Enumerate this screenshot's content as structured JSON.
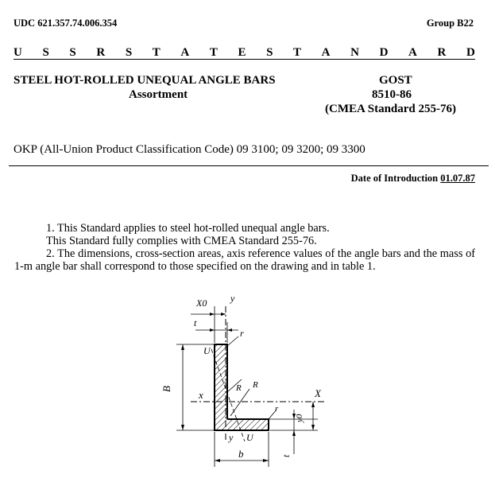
{
  "header": {
    "udc": "UDC 621.357.74.006.354",
    "group": "Group B22",
    "banner_letters": [
      "U",
      "S",
      "S",
      "R",
      "S",
      "T",
      "A",
      "T",
      "E",
      "S",
      "T",
      "A",
      "N",
      "D",
      "A",
      "R",
      "D"
    ]
  },
  "title": {
    "main": "STEEL HOT-ROLLED UNEQUAL ANGLE BARS",
    "sub": "Assortment",
    "gost": "GOST",
    "number": "8510-86",
    "cmea": "(CMEA Standard 255-76)"
  },
  "okp": "OKP (All-Union Product Classification Code) 09 3100; 09 3200; 09 3300",
  "intro": {
    "label": "Date of Introduction",
    "date": "01.07.87"
  },
  "body": {
    "p1": "1. This Standard applies to steel hot-rolled unequal angle bars.",
    "p2": "This Standard fully complies with CMEA Standard 255-76.",
    "p3": "2. The dimensions, cross-section areas, axis reference values of the angle bars and the mass of 1-m angle bar shall correspond to those specified on the drawing and in table 1."
  },
  "drawing": {
    "labels": {
      "x0": "X0",
      "y_top": "y",
      "t_top": "t",
      "r_top": "r",
      "u_top": "U",
      "B": "B",
      "x_left": "x",
      "R1": "R",
      "R2": "R",
      "x_right": "X",
      "r_right": "r",
      "y0": "y0",
      "y_bottom": "y",
      "u_bottom": "U",
      "b": "b",
      "t_right": "t"
    }
  }
}
